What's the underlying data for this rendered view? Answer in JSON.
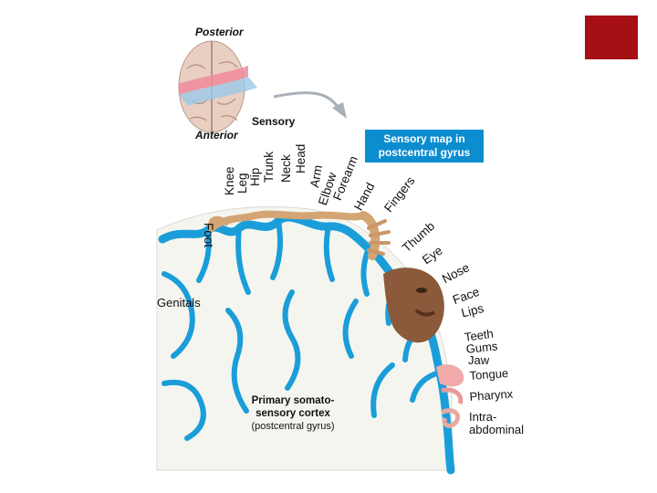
{
  "labels": {
    "posterior": "Posterior",
    "anterior": "Anterior",
    "sensory": "Sensory",
    "map_box_line1": "Sensory map in",
    "map_box_line2": "postcentral gyrus",
    "caption_line1": "Primary somato-",
    "caption_line2": "sensory cortex",
    "caption_line3": "(postcentral gyrus)",
    "genitals": "Genitals"
  },
  "body_parts_vertical": [
    "Knee",
    "Leg",
    "Hip",
    "Trunk",
    "Neck",
    "Head",
    "Arm",
    "Elbow",
    "Forearm",
    "Hand"
  ],
  "body_parts_curve": [
    "Fingers",
    "Thumb",
    "Eye",
    "Nose",
    "Face",
    "Lips"
  ],
  "foot": "Foot",
  "body_parts_lower": [
    "Teeth",
    "Gums",
    "Jaw",
    "Tongue",
    "Pharynx",
    "Intra-",
    "abdominal"
  ],
  "colors": {
    "accent_square": "#a50f15",
    "cortex_blue": "#1a9ed9",
    "white_matter": "#f5f5f0",
    "label_box": "#0b8dcf",
    "skin": "#d4a574"
  }
}
